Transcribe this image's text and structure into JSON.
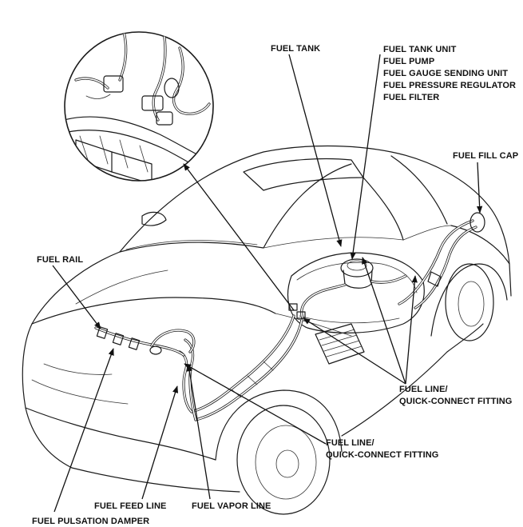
{
  "labels": {
    "fuel_tank": "FUEL TANK",
    "fuel_tank_unit": [
      "FUEL TANK UNIT",
      "FUEL PUMP",
      "FUEL GAUGE SENDING UNIT",
      "FUEL PRESSURE REGULATOR",
      "FUEL FILTER"
    ],
    "fuel_fill_cap": "FUEL FILL CAP",
    "fuel_rail": "FUEL RAIL",
    "fuel_line_rear": [
      "FUEL LINE/",
      "QUICK-CONNECT FITTING"
    ],
    "fuel_line_front": [
      "FUEL LINE/",
      "QUICK-CONNECT FITTING"
    ],
    "fuel_feed_line": "FUEL FEED LINE",
    "fuel_vapor_line": "FUEL VAPOR LINE",
    "fuel_pulsation_damper": "FUEL PULSATION DAMPER"
  }
}
